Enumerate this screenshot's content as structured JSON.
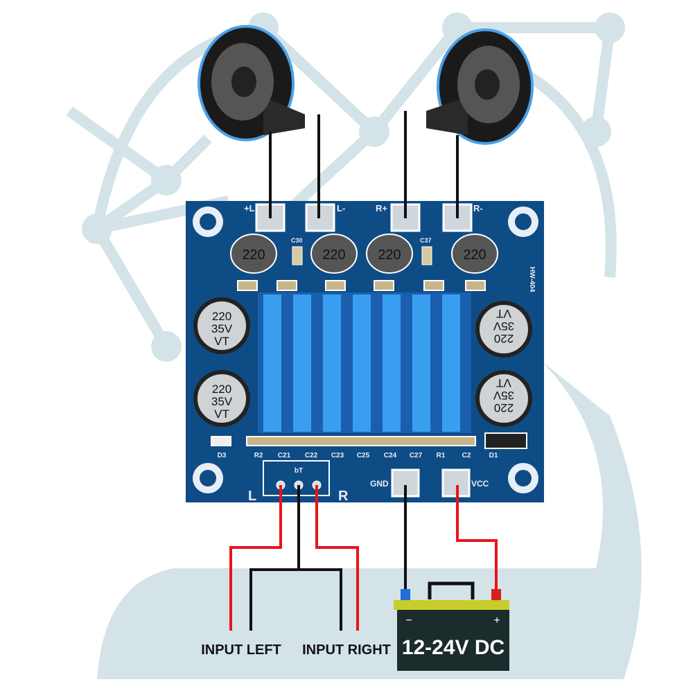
{
  "colors": {
    "board": "#0e4c86",
    "heatsink": "#2f8fe0",
    "wire_red": "#e8141b",
    "wire_black": "#111111",
    "background_shape": "#d3e3e8",
    "battery_body": "#1c2b2b",
    "battery_top": "#c9cc2a"
  },
  "speakers": {
    "left": {
      "pos_label": "+L",
      "neg_label": "L-"
    },
    "right": {
      "pos_label": "R+",
      "neg_label": "R-"
    }
  },
  "board": {
    "model": "HW-404",
    "inductors": [
      "220",
      "220",
      "220",
      "220"
    ],
    "top_caps": [
      "C30",
      "C37"
    ],
    "big_caps": {
      "line1": "220",
      "line2": "35V",
      "line3": "VT"
    },
    "bottom_parts": [
      "D3",
      "R2",
      "C21",
      "C22",
      "C23",
      "C25",
      "C24",
      "C27",
      "R1",
      "C2",
      "D1"
    ],
    "input_header": "bT",
    "left_label": "L",
    "right_label": "R",
    "gnd_label": "GND",
    "vcc_label": "VCC"
  },
  "battery": {
    "minus": "−",
    "plus": "+",
    "label": "12-24V DC"
  },
  "inputs": {
    "left": "INPUT LEFT",
    "right": "INPUT RIGHT"
  }
}
